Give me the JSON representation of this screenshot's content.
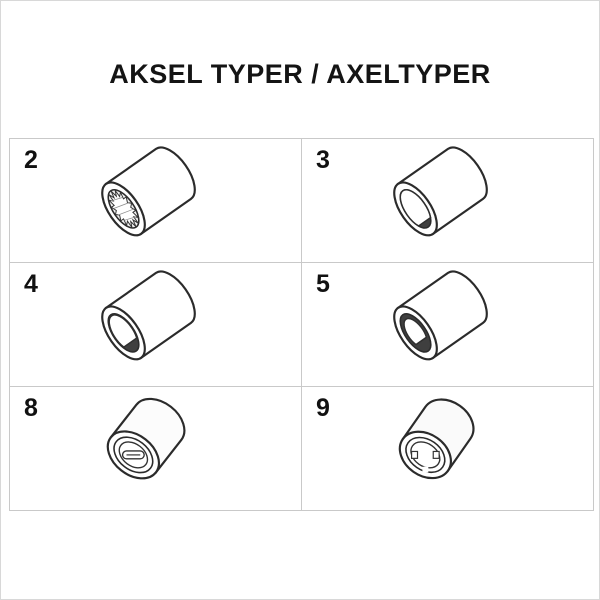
{
  "page": {
    "title": "AKSEL TYPER / AXELTYPER",
    "background": "#ffffff",
    "grid_line_color": "#c9c9c9",
    "drawing_line_color": "#2b2b2b",
    "shade_color": "#3f3f3f"
  },
  "grid": {
    "columns": 2,
    "rows": 3,
    "cells": [
      {
        "number": "2",
        "type": "splined-bore-axle"
      },
      {
        "number": "3",
        "type": "d-bore-axle"
      },
      {
        "number": "4",
        "type": "flat-d-bore-axle"
      },
      {
        "number": "5",
        "type": "thick-wall-d-bore-axle"
      },
      {
        "number": "8",
        "type": "slotted-bore-axle"
      },
      {
        "number": "9",
        "type": "notched-bore-axle"
      }
    ]
  }
}
